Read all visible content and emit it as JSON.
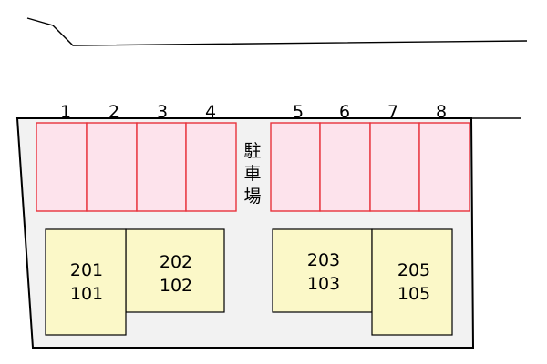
{
  "parking": {
    "label_chars": [
      "駐",
      "車",
      "場"
    ],
    "spaces": [
      {
        "number": "1"
      },
      {
        "number": "2"
      },
      {
        "number": "3"
      },
      {
        "number": "4"
      },
      {
        "number": "5"
      },
      {
        "number": "6"
      },
      {
        "number": "7"
      },
      {
        "number": "8"
      }
    ]
  },
  "buildings": [
    {
      "upper": "201",
      "lower": "101"
    },
    {
      "upper": "202",
      "lower": "102"
    },
    {
      "upper": "203",
      "lower": "103"
    },
    {
      "upper": "205",
      "lower": "105"
    }
  ],
  "colors": {
    "parking_fill": "#fde3ec",
    "parking_stroke": "#e8323c",
    "building_fill": "#fbf8c8",
    "lot_fill": "#f2f2f2",
    "line": "#000000"
  }
}
